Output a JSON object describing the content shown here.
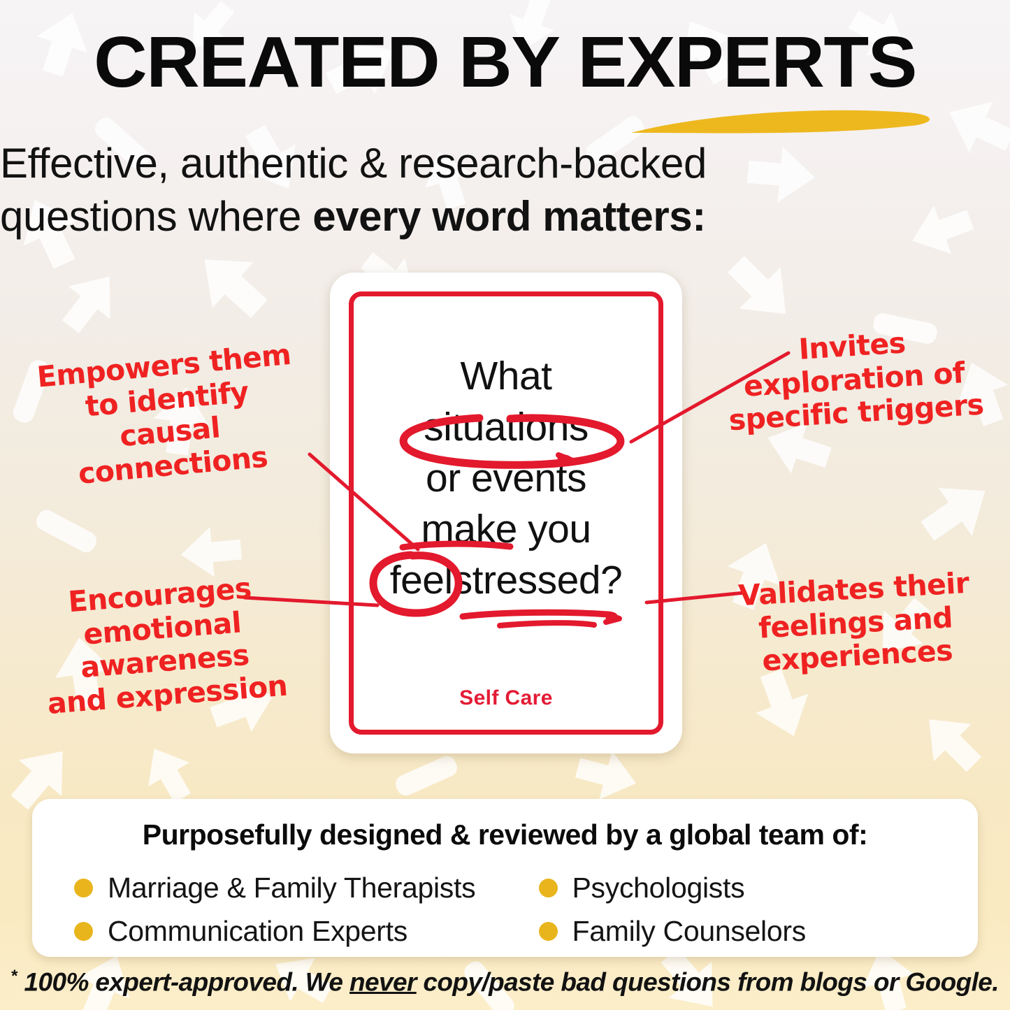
{
  "header": {
    "title": "CREATED BY EXPERTS",
    "subtitle_line1": "Effective, authentic & research-backed",
    "subtitle_line2_a": "questions where ",
    "subtitle_line2_b": "every word matters:",
    "swoosh_color": "#edb81e"
  },
  "card": {
    "question_line1": "What",
    "question_word_circled1": "situations",
    "question_line2": "or events",
    "question_word_underlined": "make",
    "question_line3_rest": " you",
    "question_word_circled2": "feel",
    "question_word_double_underlined": "stressed?",
    "category": "Self Care",
    "border_color": "#e3192d",
    "category_color": "#e31b35",
    "markup_color": "#e3192d"
  },
  "annotations": {
    "top_left": "Empowers them\nto identify\ncausal connections",
    "bottom_left": "Encourages\nemotional awareness\nand expression",
    "top_right": "Invites\nexploration of\nspecific triggers",
    "bottom_right": "Validates their\nfeelings and\nexperiences",
    "color": "#ef2222"
  },
  "panel": {
    "heading": "Purposefully designed & reviewed by a global team of:",
    "bullet_color": "#e9b51d",
    "left_items": [
      "Marriage & Family Therapists",
      "Communication Experts"
    ],
    "right_items": [
      "Psychologists",
      "Family Counselors"
    ]
  },
  "footer": {
    "star": "*",
    "text_before": " 100% expert-approved. We ",
    "emphasis": "never",
    "text_after": " copy/paste bad questions from blogs or Google."
  },
  "background": {
    "gradient_top": "#f7f4f6",
    "gradient_bottom": "#fbeec9",
    "arrow_color": "#fdfaf2"
  }
}
